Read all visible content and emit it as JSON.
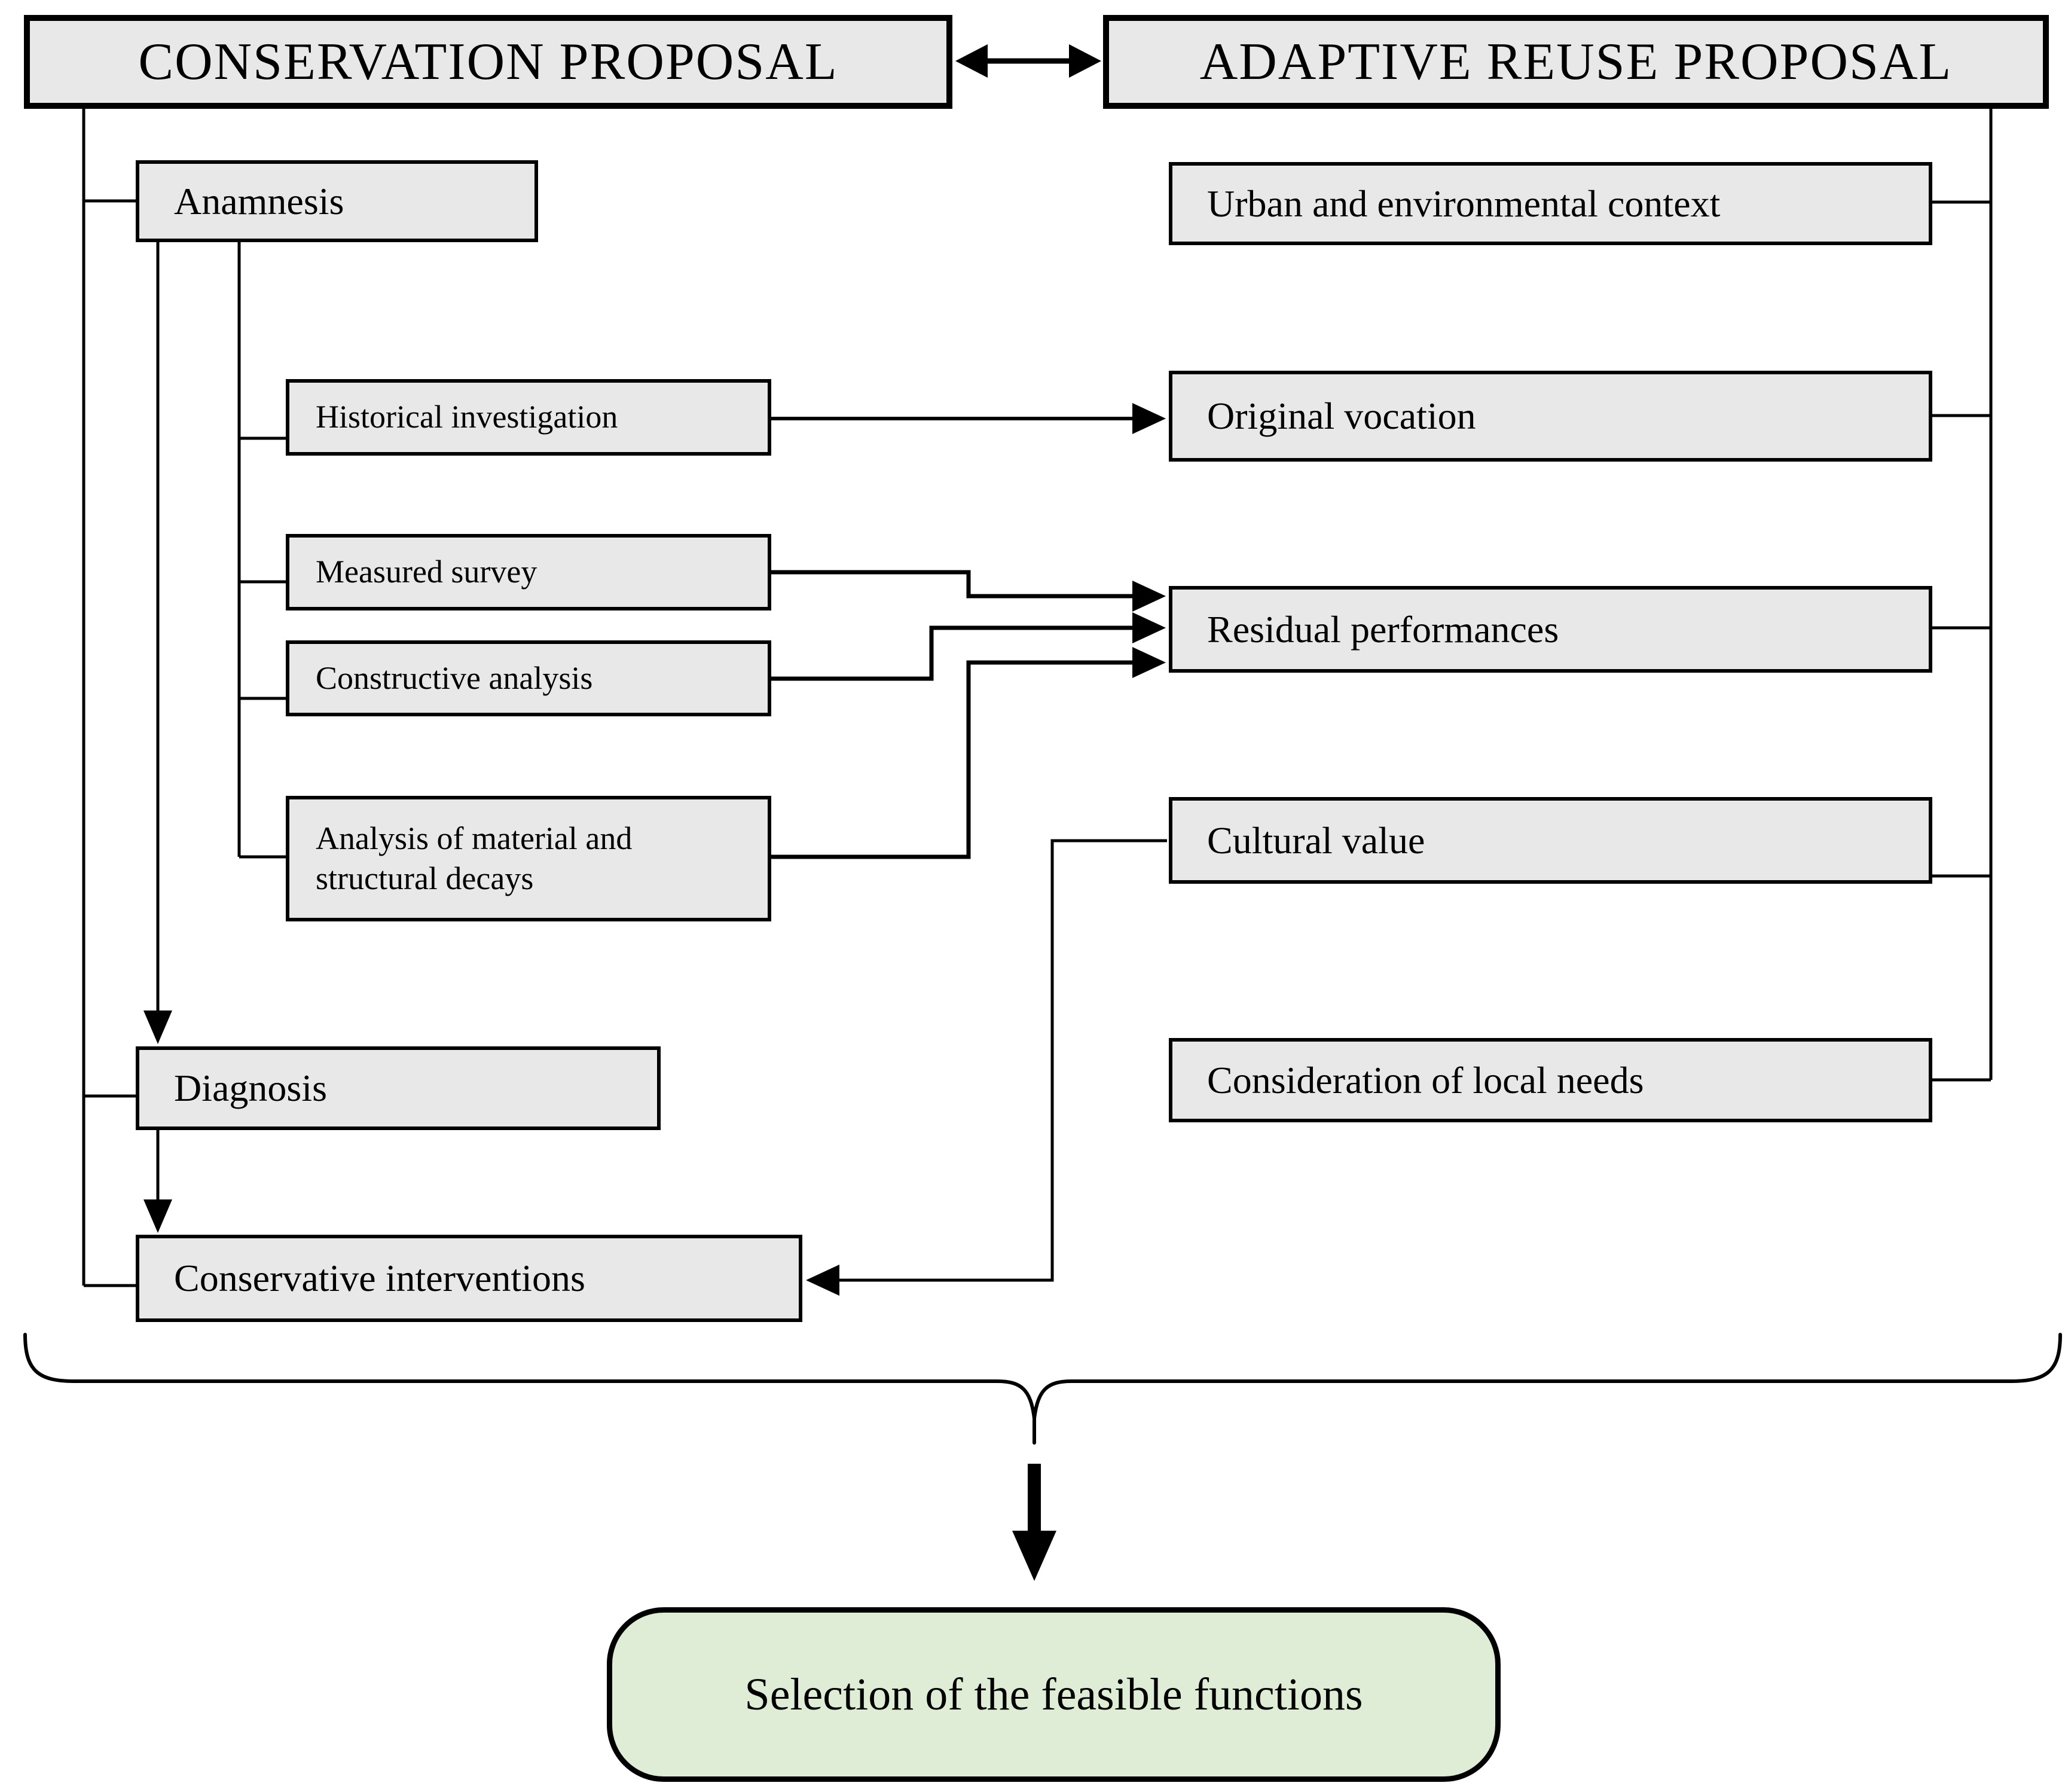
{
  "boxes": {
    "conservation_header": "CONSERVATION PROPOSAL",
    "adaptive_header": "ADAPTIVE REUSE PROPOSAL",
    "anamnesis": "Anamnesis",
    "historical_investigation": "Historical investigation",
    "measured_survey": "Measured survey",
    "constructive_analysis": "Constructive analysis",
    "analysis_decays": "Analysis of material and structural decays",
    "diagnosis": "Diagnosis",
    "conservative_interventions": "Conservative interventions",
    "urban_context": "Urban and environmental context",
    "original_vocation": "Original vocation",
    "residual_performances": "Residual performances",
    "cultural_value": "Cultural value",
    "local_needs": "Consideration of local needs",
    "result": "Selection of the feasible functions"
  },
  "edges": [
    {
      "from": "conservation_header",
      "to": "adaptive_header",
      "type": "double-arrow"
    },
    {
      "from": "conservation_header",
      "to": "anamnesis",
      "type": "line"
    },
    {
      "from": "conservation_header",
      "to": "diagnosis",
      "type": "line"
    },
    {
      "from": "conservation_header",
      "to": "conservative_interventions",
      "type": "line"
    },
    {
      "from": "anamnesis",
      "to": "diagnosis",
      "type": "arrow"
    },
    {
      "from": "anamnesis",
      "to": "historical_investigation",
      "type": "line"
    },
    {
      "from": "anamnesis",
      "to": "measured_survey",
      "type": "line"
    },
    {
      "from": "anamnesis",
      "to": "constructive_analysis",
      "type": "line"
    },
    {
      "from": "anamnesis",
      "to": "analysis_decays",
      "type": "line"
    },
    {
      "from": "diagnosis",
      "to": "conservative_interventions",
      "type": "arrow"
    },
    {
      "from": "historical_investigation",
      "to": "original_vocation",
      "type": "arrow"
    },
    {
      "from": "measured_survey",
      "to": "residual_performances",
      "type": "arrow"
    },
    {
      "from": "constructive_analysis",
      "to": "residual_performances",
      "type": "arrow"
    },
    {
      "from": "analysis_decays",
      "to": "residual_performances",
      "type": "arrow"
    },
    {
      "from": "cultural_value",
      "to": "conservative_interventions",
      "type": "arrow"
    },
    {
      "from": "adaptive_header",
      "to": "urban_context",
      "type": "line"
    },
    {
      "from": "adaptive_header",
      "to": "original_vocation",
      "type": "line"
    },
    {
      "from": "adaptive_header",
      "to": "residual_performances",
      "type": "line"
    },
    {
      "from": "adaptive_header",
      "to": "cultural_value",
      "type": "line"
    },
    {
      "from": "adaptive_header",
      "to": "local_needs",
      "type": "line"
    },
    {
      "from": "all",
      "to": "result",
      "type": "brace-arrow"
    }
  ],
  "colors": {
    "box_fill": "#e9e8e8",
    "box_border": "#000000",
    "result_fill": "#dfecd6",
    "line": "#000000",
    "background": "#ffffff"
  }
}
